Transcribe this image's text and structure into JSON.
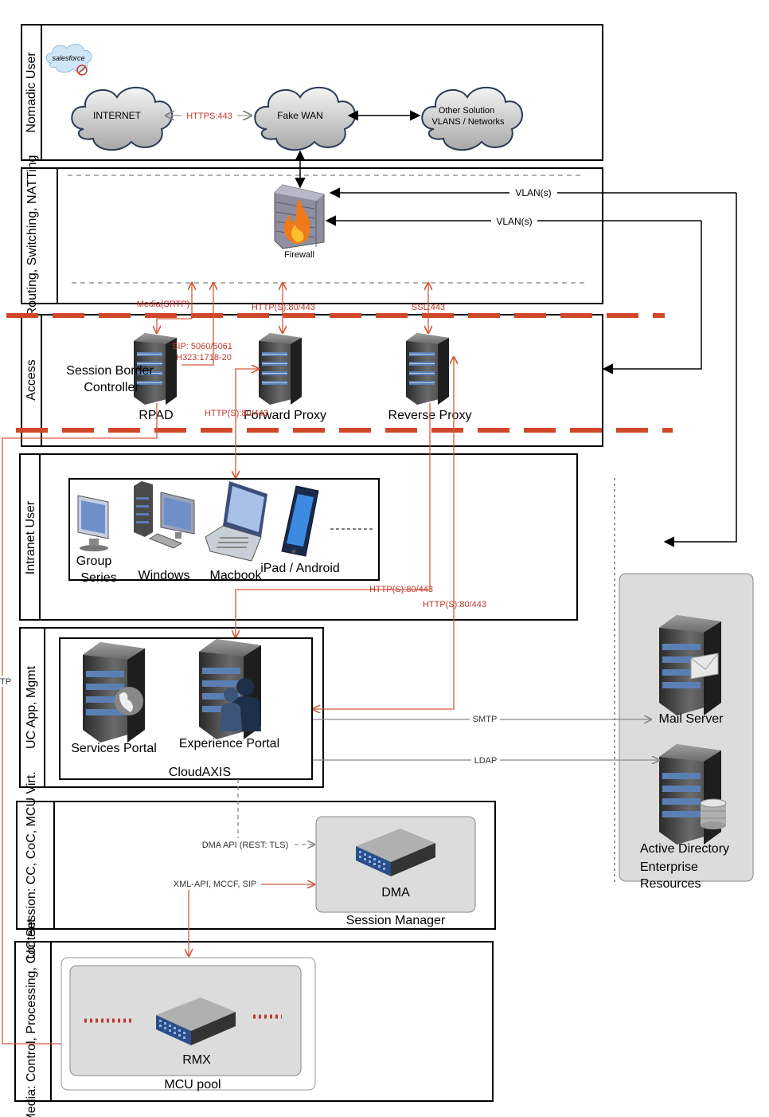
{
  "lanes": {
    "nomadic": "Nomadic User",
    "routing": "Routing, Switching, NATTing",
    "access": "Access",
    "intranet": "Intranet User",
    "ucapp": "UC App, Mgmt",
    "ucsession": "UC Session: CC, CoC, MCU Virt.",
    "media": "Media: Control, Processing, Content"
  },
  "clouds": {
    "salesforce": "salesforce",
    "internet": "INTERNET",
    "fakewan": "Fake WAN",
    "other_line1": "Other Solution",
    "other_line2": "VLANS / Networks"
  },
  "nodes": {
    "firewall": "Firewall",
    "sbc_line1": "Session Border",
    "sbc_line2": "Controller",
    "rpad": "RPAD",
    "forward_proxy": "Forward Proxy",
    "reverse_proxy": "Reverse Proxy",
    "group_series_line1": "Group",
    "group_series_line2": "Series",
    "windows": "Windows",
    "macbook": "Macbook",
    "ipad": "iPad / Android",
    "services_portal": "Services Portal",
    "experience_portal": "Experience Portal",
    "cloudaxis": "CloudAXIS",
    "mail_server": "Mail Server",
    "ad_line1": "Active Directory",
    "ad_line2": "Enterprise",
    "ad_line3": "Resources",
    "dma": "DMA",
    "session_manager": "Session Manager",
    "rmx": "RMX",
    "mcu_pool": "MCU pool"
  },
  "connections": {
    "https443": "HTTPS:443",
    "vlan1": "VLAN(s)",
    "vlan2": "VLAN(s)",
    "media_srtp": "Media(SRTP)",
    "http_80_443_fw": "HTTP(S):80/443",
    "ssl443": "SSL:443",
    "sip": "SIP: 5060/5061",
    "h323": "H323:1718-20",
    "http_80_443_fp": "HTTP(S):80/443",
    "http_80_443_rp1": "HTTP(S):80/443",
    "http_80_443_rp2": "HTTP(S):80/443",
    "smtp": "SMTP",
    "ldap": "LDAP",
    "dma_api": "DMA API (REST: TLS)",
    "xml_api": "XML-API, MCCF, SIP",
    "tp": "TP"
  }
}
